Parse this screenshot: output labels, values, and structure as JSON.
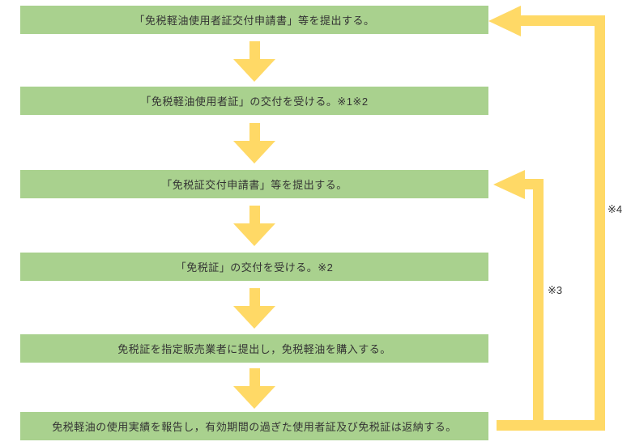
{
  "flow": {
    "steps": [
      {
        "label": "「免税軽油使用者証交付申請書」等を提出する。"
      },
      {
        "label": "「免税軽油使用者証」の交付を受ける。※1※2"
      },
      {
        "label": "「免税証交付申請書」等を提出する。"
      },
      {
        "label": "「免税証」の交付を受ける。※2"
      },
      {
        "label": "免税証を指定販売業者に提出し，免税軽油を購入する。"
      },
      {
        "label": "免税軽油の使用実績を報告し，有効期間の過ぎた使用者証及び免税証は返納する。"
      }
    ],
    "annotations": [
      {
        "label": "※3"
      },
      {
        "label": "※4"
      }
    ]
  },
  "colors": {
    "box_green": "#A9D18E",
    "arrow_yellow": "#FFD966",
    "text": "#333333",
    "background": "#FFFFFF"
  }
}
